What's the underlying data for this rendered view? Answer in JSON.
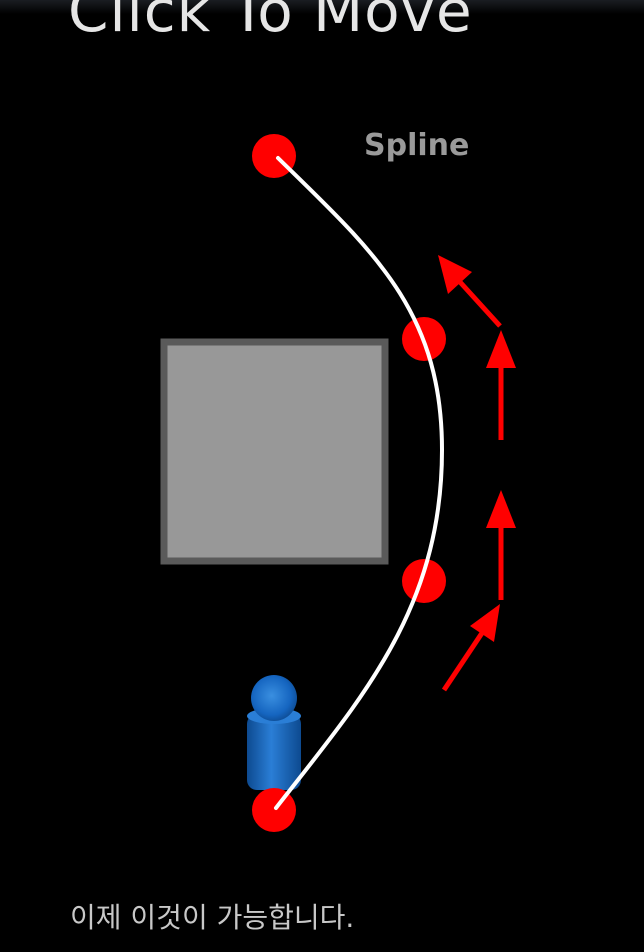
{
  "title": "Click To Move",
  "spline_label": "Spline",
  "caption": "이제 이것이 가능합니다.",
  "colors": {
    "background": "#000000",
    "waypoint": "#ff0000",
    "path": "#ffffff",
    "arrow": "#ff0000",
    "obstacle_fill": "#989898",
    "obstacle_border": "#5a5a5a",
    "character": "#1565c0"
  },
  "icons": {
    "character": "capsule-character-icon",
    "waypoint": "red-circle-waypoint-icon",
    "direction": "red-arrow-icon"
  }
}
